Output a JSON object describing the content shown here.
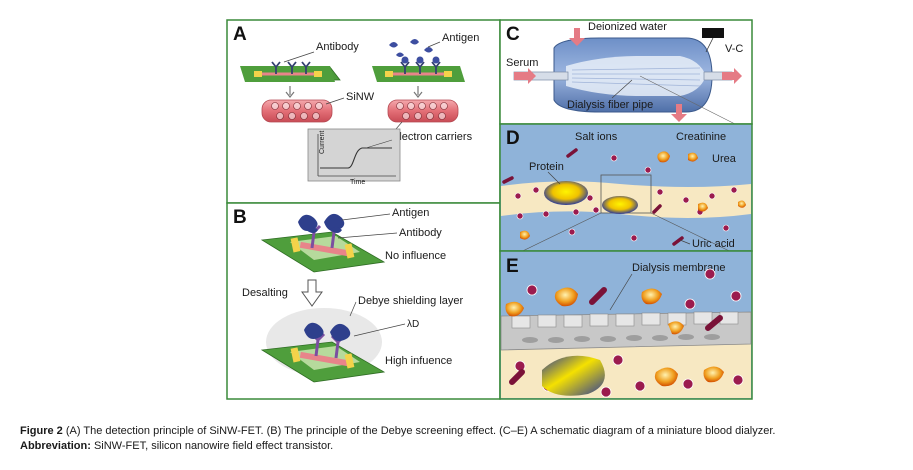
{
  "panels": {
    "A": {
      "letter": "A",
      "labels": {
        "antibody": "Antibody",
        "antigen": "Antigen",
        "sinw": "SiNW",
        "electron_carriers": "Electron carriers",
        "current": "Current",
        "time": "Time"
      }
    },
    "B": {
      "letter": "B",
      "labels": {
        "antigen": "Antigen",
        "antibody": "Antibody",
        "no_influence": "No influence",
        "desalting": "Desalting",
        "debye": "Debye shielding layer",
        "lambda": "λD",
        "high_influence": "High infuence"
      }
    },
    "C": {
      "letter": "C",
      "labels": {
        "deionized": "Deionized water",
        "vc": "V-C",
        "serum": "Serum",
        "fiber_pipe": "Dialysis fiber pipe"
      }
    },
    "D": {
      "letter": "D",
      "labels": {
        "salt_ions": "Salt ions",
        "creatinine": "Creatinine",
        "urea": "Urea",
        "protein": "Protein",
        "uric_acid": "Uric acid"
      }
    },
    "E": {
      "letter": "E",
      "labels": {
        "membrane": "Dialysis membrane"
      }
    }
  },
  "caption": {
    "fig_label": "Figure 2",
    "line1": " (A) The detection principle of SiNW-FET. (B) The principle of the Debye screening effect. (C–E) A schematic diagram of a miniature blood dialyzer.",
    "abbr_label": "Abbreviation:",
    "abbr_text": " SiNW-FET, silicon nanowire field effect transistor."
  },
  "colors": {
    "border": "#3a8a3a",
    "sky": "#8fb3d9",
    "plasma": "#f7e8c2",
    "chip": "#4c9a3a",
    "wire": "#e8848a",
    "antibody": "#33406f",
    "dot": "#9b1b4e"
  }
}
